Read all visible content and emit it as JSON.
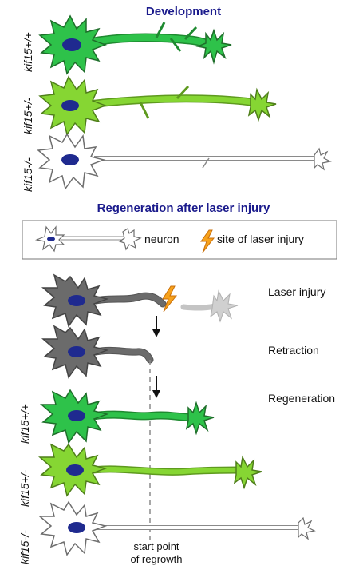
{
  "section_top": {
    "title": "Development"
  },
  "section_bottom": {
    "title": "Regeneration after laser injury"
  },
  "genotypes": {
    "wt": "kif15+/+",
    "het": "kif15+/-",
    "ko": "kif15-/-"
  },
  "legend": {
    "neuron_label": "neuron",
    "injury_label": "site of laser injury"
  },
  "steps": {
    "injury": "Laser injury",
    "retraction": "Retraction",
    "regeneration": "Regeneration"
  },
  "start_point": {
    "line1": "start point",
    "line2": "of regrowth"
  },
  "colors": {
    "wt": "#2ec24a",
    "het": "#86d633",
    "ko": "#ffffff",
    "injured": "#6b6b6b",
    "distal": "#d0d0d0",
    "nucleus": "#1f2a8f",
    "title": "#1a1a8c",
    "bolt": "#f7a21b"
  }
}
